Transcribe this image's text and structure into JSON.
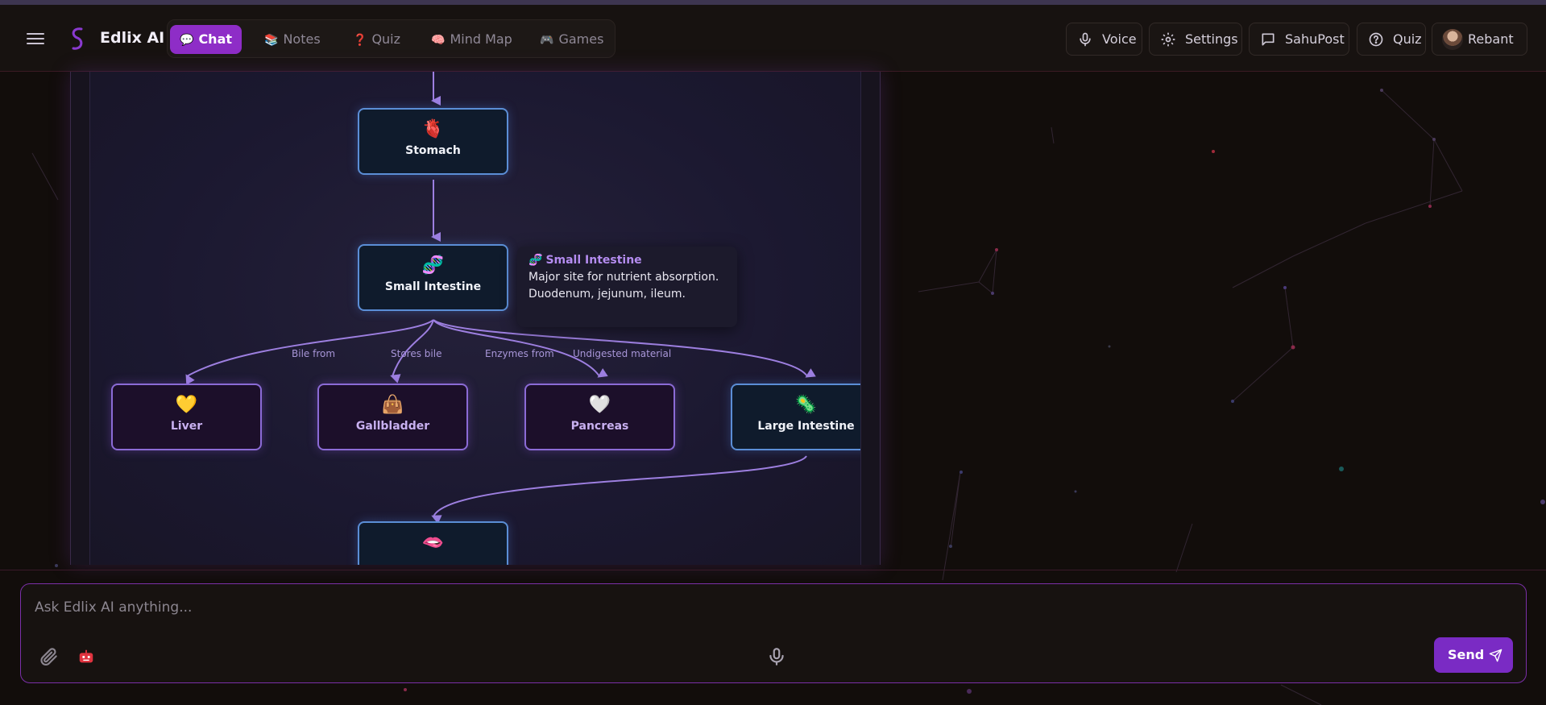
{
  "app": {
    "title": "Edlix AI"
  },
  "nav": {
    "tabs": [
      {
        "label": "Chat",
        "icon": "💬"
      },
      {
        "label": "Notes",
        "icon": "📚"
      },
      {
        "label": "Quiz",
        "icon": "❓"
      },
      {
        "label": "Mind Map",
        "icon": "🧠"
      },
      {
        "label": "Games",
        "icon": "🎮"
      }
    ]
  },
  "header_buttons": {
    "voice": "Voice",
    "settings": "Settings",
    "sahupost": "SahuPost",
    "quiz": "Quiz",
    "user": "Rebant"
  },
  "mindmap": {
    "nodes": {
      "stomach": {
        "emoji": "🫀",
        "label": "Stomach"
      },
      "small_intestine": {
        "emoji": "🧬",
        "label": "Small Intestine"
      },
      "liver": {
        "emoji": "💛",
        "label": "Liver"
      },
      "gallbladder": {
        "emoji": "👜",
        "label": "Gallbladder"
      },
      "pancreas": {
        "emoji": "🤍",
        "label": "Pancreas"
      },
      "large_intestine": {
        "emoji": "🦠",
        "label": "Large Intestine"
      },
      "partial": {
        "emoji": "🫦",
        "label": ""
      }
    },
    "edge_labels": {
      "bile_from": "Bile from",
      "stores_bile": "Stores bile",
      "enzymes_from": "Enzymes from",
      "undigested": "Undigested material"
    },
    "tooltip": {
      "icon": "🧬",
      "title": "Small Intestine",
      "body": "Major site for nutrient absorption. Duodenum, jejunum, ileum."
    }
  },
  "chat": {
    "placeholder": "Ask Edlix AI anything...",
    "send_label": "Send"
  },
  "colors": {
    "accent": "#8e2dc7",
    "send": "#7a2bc4",
    "node_blue_border": "#5b8ed6",
    "node_purple_border": "#8b6bd6",
    "edge": "#9d7fe0"
  }
}
